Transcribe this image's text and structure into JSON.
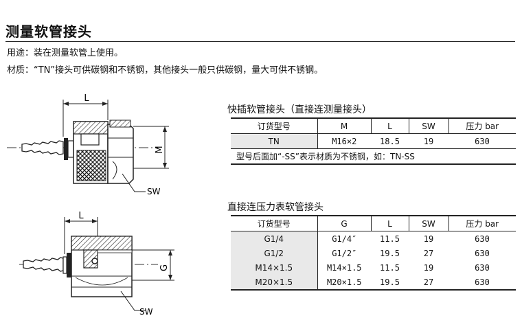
{
  "page": {
    "title": "测量软管接头",
    "usage": "用途：装在测量软管上使用。",
    "material": "材质：“TN”接头可供碳钢和不锈钢，其他接头一般只供碳钢，量大可供不锈钢。"
  },
  "drawing_top": {
    "dim_length": "L",
    "dim_thread": "M",
    "wrench": "SW"
  },
  "drawing_bottom": {
    "dim_length": "L",
    "dim_thread": "G",
    "wrench": "SW"
  },
  "table1": {
    "caption": "快插软管接头（直接连测量接头）",
    "headers": [
      "订货型号",
      "M",
      "L",
      "SW",
      "压力 bar"
    ],
    "rows": [
      [
        "TN",
        "M16×2",
        "18.5",
        "19",
        "630"
      ]
    ],
    "note": "型号后面加“-SS”表示材质为不锈钢，如：TN-SS"
  },
  "table2": {
    "caption": "直接连压力表软管接头",
    "headers": [
      "订货型号",
      "G",
      "L",
      "SW",
      "压力 bar"
    ],
    "rows": [
      [
        "G1/4",
        "G1/4″",
        "11.5",
        "19",
        "630"
      ],
      [
        "G1/2",
        "G1/2″",
        "19.5",
        "27",
        "630"
      ],
      [
        "M14×1.5",
        "M14×1.5",
        "11.5",
        "19",
        "630"
      ],
      [
        "M20×1.5",
        "M20×1.5",
        "19.5",
        "27",
        "630"
      ]
    ]
  }
}
